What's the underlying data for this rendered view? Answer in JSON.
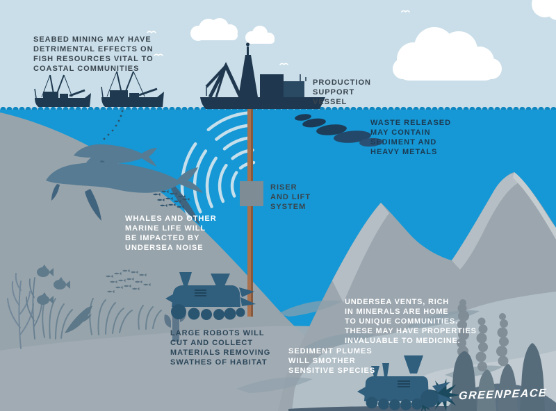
{
  "infographic": {
    "brand": "GREENPEACE",
    "annotations": {
      "seabed_mining": "SEABED MINING MAY HAVE\nDETRIMENTAL EFFECTS ON\nFISH RESOURCES VITAL TO\nCOASTAL COMMUNITIES",
      "production_vessel": "PRODUCTION\nSUPPORT\nVESSEL",
      "waste_released": "WASTE RELEASED\nMAY CONTAIN\nSEDIMENT AND\nHEAVY METALS",
      "riser_lift": "RISER\nAND LIFT\nSYSTEM",
      "whales": "WHALES AND OTHER\nMARINE LIFE WILL\nBE IMPACTED BY\nUNDERSEA NOISE",
      "robots": "LARGE ROBOTS WILL\nCUT AND COLLECT\nMATERIALS REMOVING\nSWATHES OF HABITAT",
      "vents": "UNDERSEA VENTS, RICH\nIN MINERALS ARE HOME\nTO UNIQUE COMMUNITIES.\nTHESE MAY HAVE PROPERTIES\nINVALUABLE TO MEDICINE.",
      "sediment": "SEDIMENT PLUMES\nWILL SMOTHER\nSENSITIVE SPECIES"
    },
    "colors": {
      "sky": "#cadee9",
      "water": "#1598d5",
      "water_scallop": "#0f86c0",
      "slope_gray": "#98a4ab",
      "mountain_gray": "#9ba6ae",
      "mountain_light": "#b5bec4",
      "ship_navy": "#20384f",
      "waste_plume": "#1c3a55",
      "pipe_brown": "#a9714e",
      "riser_box_gray": "#7e8c96",
      "sound_wave": "#d4e6ee",
      "whale_blue": "#567b93",
      "whale_fin": "#41647e",
      "robot_blue": "#305e7d",
      "vent_rock": "#5e7280",
      "vent_smoke": "#7f8b95",
      "anemone_teal": "#1b4a5e",
      "plume_light": "#b4c1c9",
      "text_dark": "#39444d",
      "text_navy": "#1b3a53",
      "text_white": "#ffffff"
    },
    "icons": {
      "cloud-icon": "white rounded cluster",
      "gull-icon": "double-arc glyph",
      "sound-waves-icon": "concentric arcs",
      "trawler-icon": "fishing boat silhouette",
      "production-vessel-icon": "drill ship silhouette",
      "whale-icon": "humpback silhouette",
      "mining-robot-icon": "tracked cutter machine",
      "vent-chimney-icon": "rock spire with smoke",
      "anemone-icon": "spiked star"
    }
  }
}
